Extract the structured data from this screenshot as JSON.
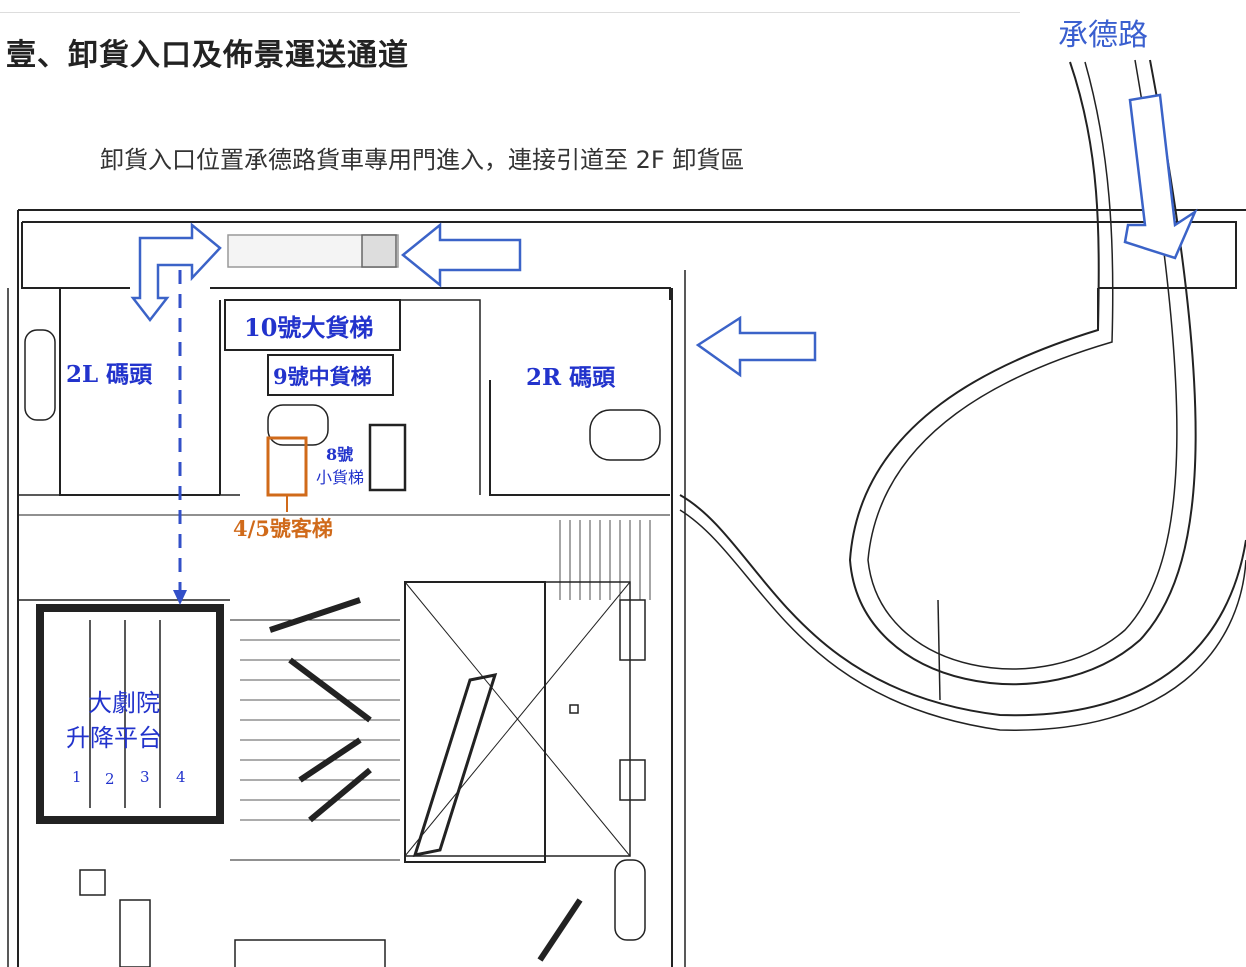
{
  "title": "壹、卸貨入口及佈景運送通道",
  "road_label": "承德路",
  "intro": "卸貨入口位置承德路貨車專用門進入，連接引道至 2F 卸貨區",
  "labels": {
    "lift10": "10號大貨梯",
    "lift9": "9號中貨梯",
    "dock_2l": "2L 碼頭",
    "dock_2r": "2R 碼頭",
    "lift8_line1": "8號",
    "lift8_line2": "小貨梯",
    "lift45": "4/5號客梯",
    "stage_line1": "大劇院",
    "stage_line2": "升降平台",
    "stage_n1": "1",
    "stage_n2": "2",
    "stage_n3": "3",
    "stage_n4": "4"
  },
  "colors": {
    "label_blue": "#2233cc",
    "arrow_blue": "#3b63c8",
    "highlight_orange": "#d06a1a",
    "wall": "#222222"
  }
}
